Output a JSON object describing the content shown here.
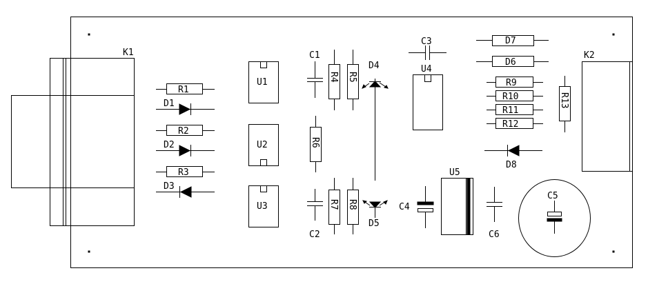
{
  "labels": {
    "k1": "K1",
    "k2": "K2",
    "r1": "R1",
    "r2": "R2",
    "r3": "R3",
    "d1": "D1",
    "d2": "D2",
    "d3": "D3",
    "u1": "U1",
    "u2": "U2",
    "u3": "U3",
    "u4": "U4",
    "u5": "U5",
    "c1": "C1",
    "c2": "C2",
    "c3": "C3",
    "c4": "C4",
    "c5": "C5",
    "c6": "C6",
    "r4": "R4",
    "r5": "R5",
    "r6": "R6",
    "r7": "R7",
    "r8": "R8",
    "d4": "D4",
    "d5": "D5",
    "d6": "D6",
    "d7": "D7",
    "d8": "D8",
    "r9": "R9",
    "r10": "R10",
    "r11": "R11",
    "r12": "R12",
    "r13": "R13"
  },
  "colors": {
    "ink": "#000000",
    "paper": "#ffffff"
  }
}
